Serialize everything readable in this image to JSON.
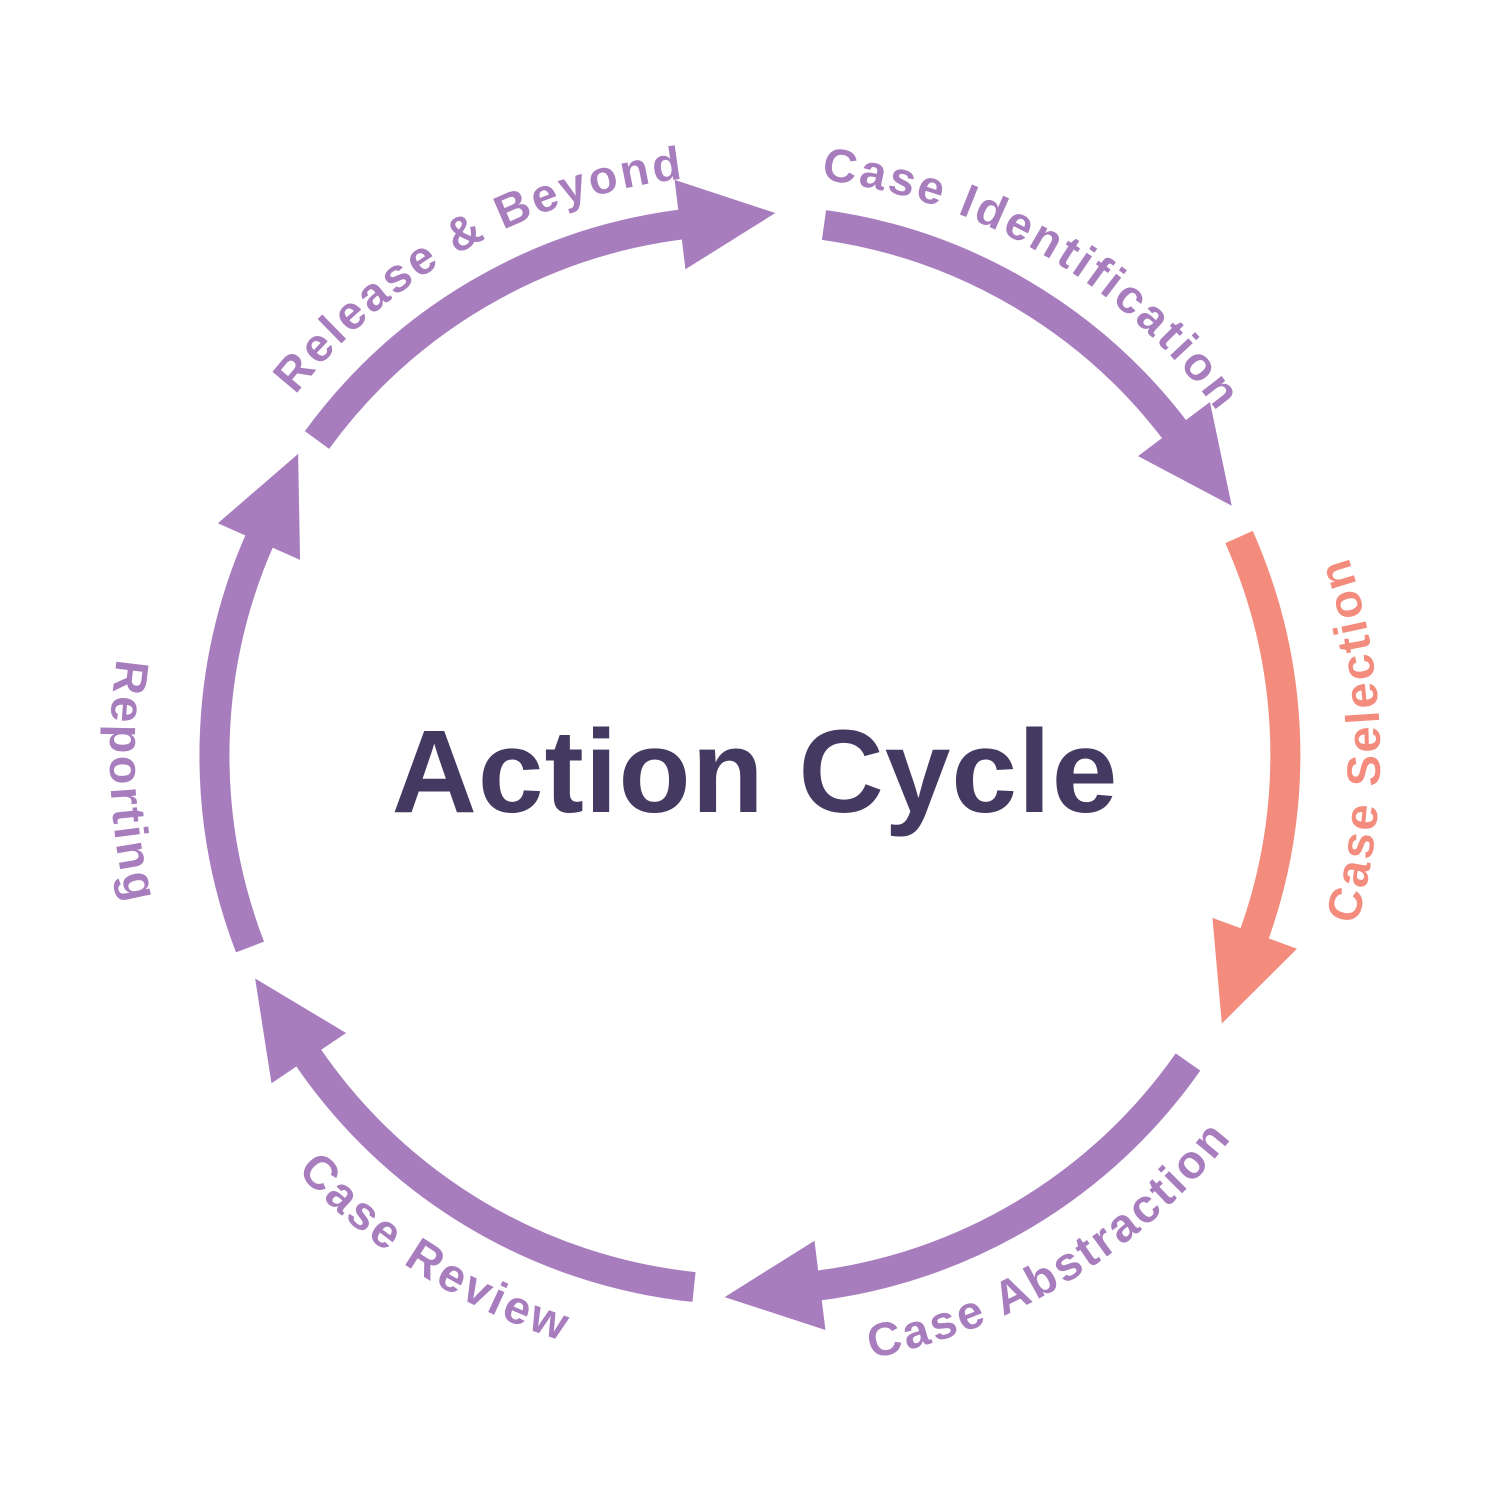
{
  "diagram": {
    "title": "Action Cycle",
    "flow_direction": "clockwise",
    "colors": {
      "purple": "#A87DBE",
      "salmon": "#F48C7E",
      "title_text": "#443960",
      "background": "#FFFFFF"
    },
    "stages": [
      {
        "label": "Release & Beyond",
        "color": "#A87DBE",
        "highlighted": false,
        "position": "top-left"
      },
      {
        "label": "Case Identification",
        "color": "#A87DBE",
        "highlighted": false,
        "position": "top-right"
      },
      {
        "label": "Case Selection",
        "color": "#F48C7E",
        "highlighted": true,
        "position": "right"
      },
      {
        "label": "Case Abstraction",
        "color": "#A87DBE",
        "highlighted": false,
        "position": "bottom-right"
      },
      {
        "label": "Case Review",
        "color": "#A87DBE",
        "highlighted": false,
        "position": "bottom-left"
      },
      {
        "label": "Reporting",
        "color": "#A87DBE",
        "highlighted": false,
        "position": "left"
      }
    ]
  }
}
